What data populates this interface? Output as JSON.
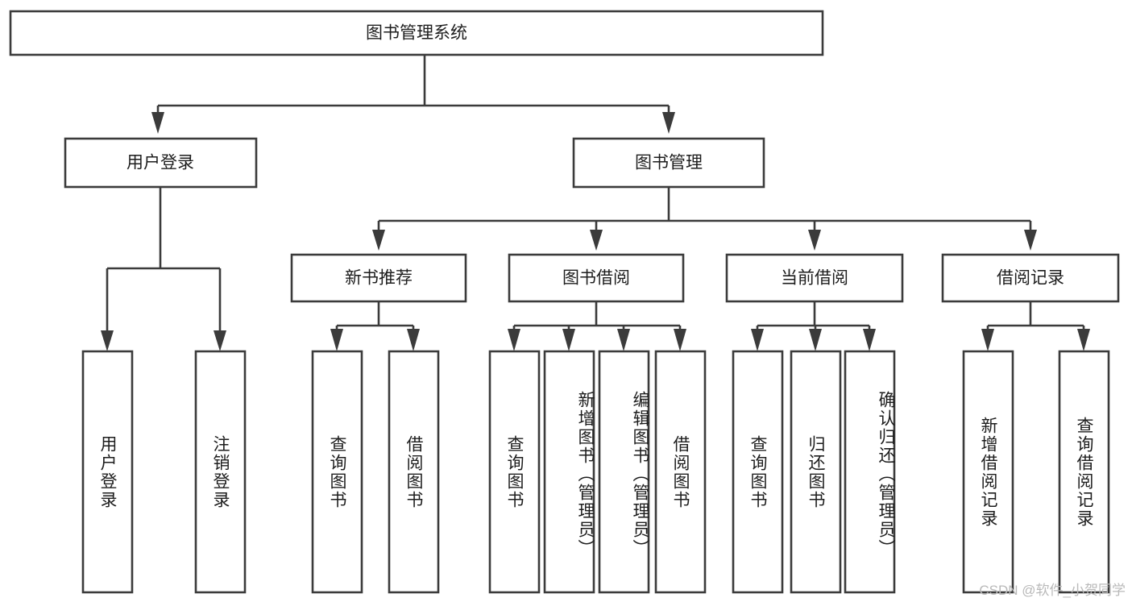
{
  "diagram": {
    "title": "图书管理系统",
    "type": "tree",
    "watermark": "CSDN @软件_小贺同学",
    "colors": {
      "stroke": "#3b3b3b",
      "box_fill": "#ffffff",
      "text": "#1d1d1d",
      "background": "#ffffff",
      "watermark": "#b9b9b9"
    },
    "levels": {
      "root": {
        "label": "图书管理系统"
      },
      "level2": [
        {
          "label": "用户登录"
        },
        {
          "label": "图书管理"
        }
      ],
      "level3": [
        {
          "label": "新书推荐"
        },
        {
          "label": "图书借阅"
        },
        {
          "label": "当前借阅"
        },
        {
          "label": "借阅记录"
        }
      ],
      "leaves": [
        {
          "label": "用户登录",
          "parent": "用户登录"
        },
        {
          "label": "注销登录",
          "parent": "用户登录"
        },
        {
          "label": "查询图书",
          "parent": "新书推荐"
        },
        {
          "label": "借阅图书",
          "parent": "新书推荐"
        },
        {
          "label": "查询图书",
          "parent": "图书借阅"
        },
        {
          "label": "新增图书（管理员）",
          "parent": "图书借阅"
        },
        {
          "label": "编辑图书（管理员）",
          "parent": "图书借阅"
        },
        {
          "label": "借阅图书",
          "parent": "图书借阅"
        },
        {
          "label": "查询图书",
          "parent": "当前借阅"
        },
        {
          "label": "归还图书",
          "parent": "当前借阅"
        },
        {
          "label": "确认归还（管理员）",
          "parent": "当前借阅"
        },
        {
          "label": "新增借阅记录",
          "parent": "借阅记录"
        },
        {
          "label": "查询借阅记录",
          "parent": "借阅记录"
        }
      ]
    }
  }
}
